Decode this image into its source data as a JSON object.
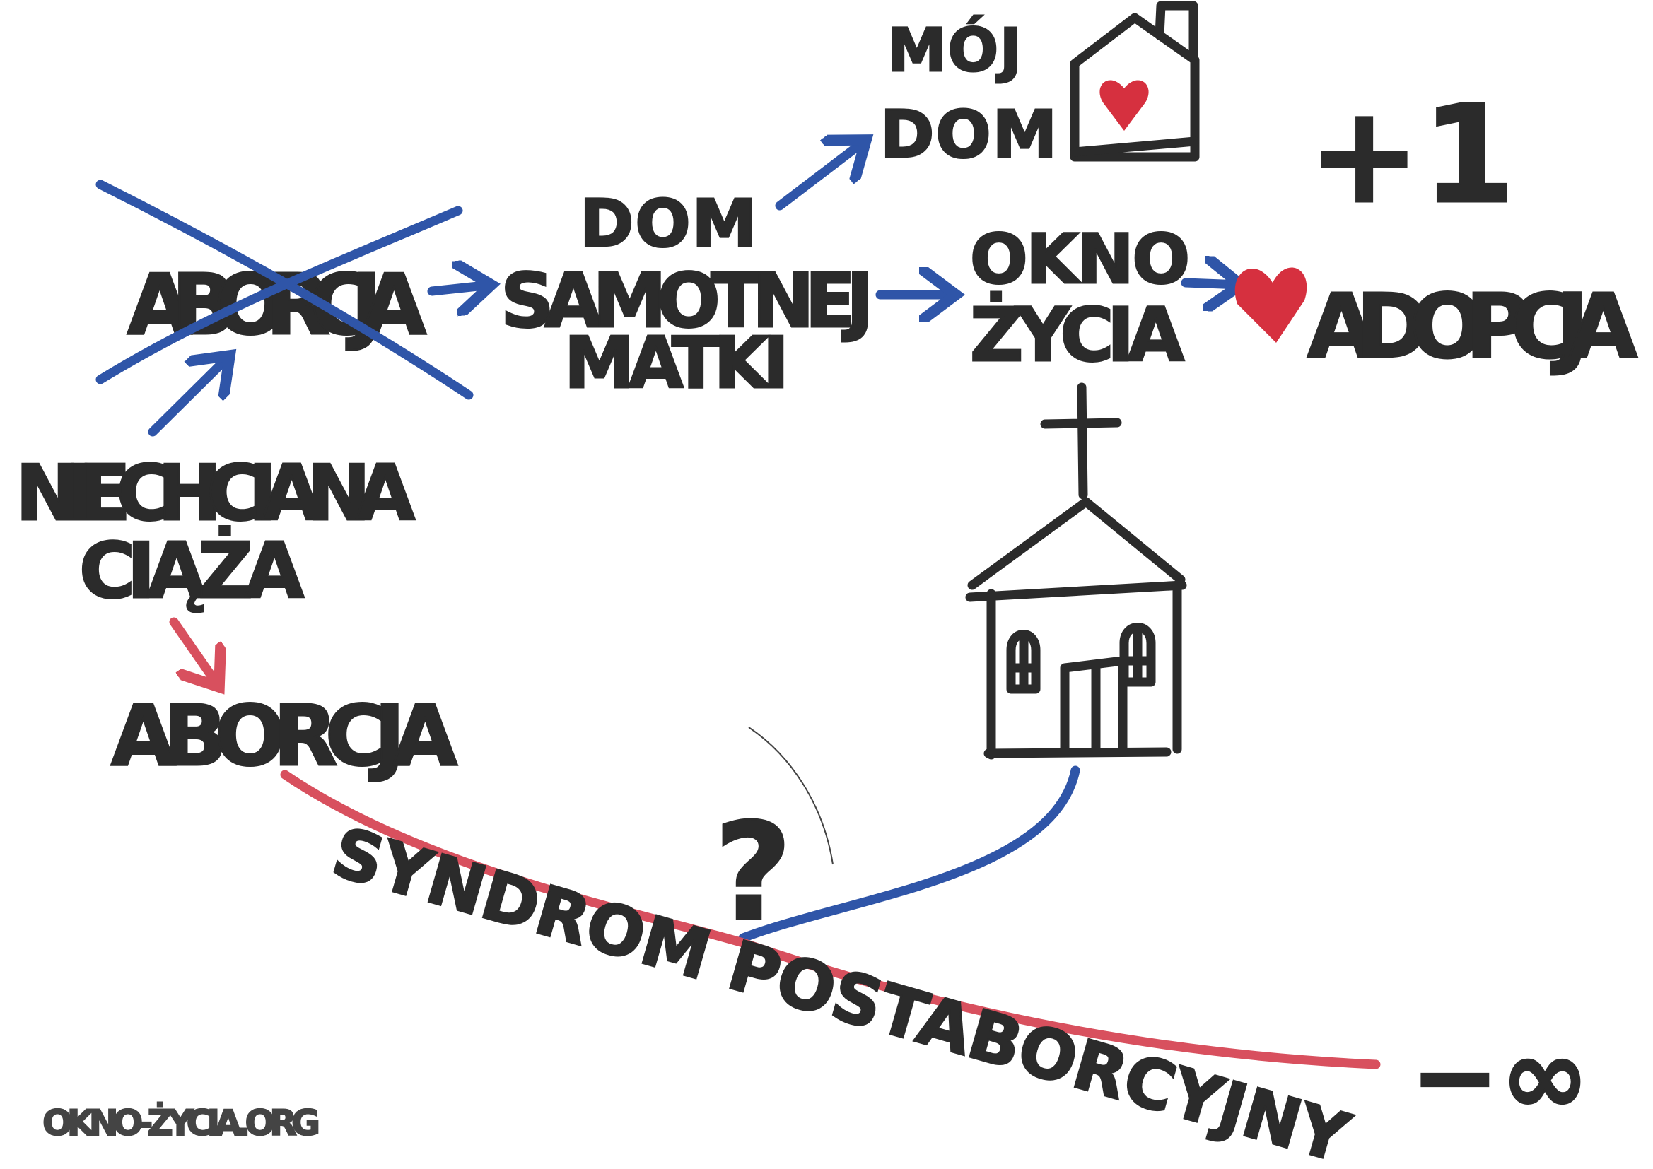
{
  "labels": {
    "moj_dom_line1": "MÓJ",
    "moj_dom_line2": "DOM",
    "plus_one": "+1",
    "aborcja_crossed": "ABORCJA",
    "dom_samotnej_matki_line1": "DOM",
    "dom_samotnej_matki_line2": "SAMOTNEJ",
    "dom_samotnej_matki_line3": "MATKI",
    "okno_zycia_line1": "OKNO",
    "okno_zycia_line2": "ŻYCIA",
    "adopcja": "ADOPCJA",
    "niechciana_ciaza_line1": "NIECHCIANA",
    "niechciana_ciaza_line2": "CIĄŻA",
    "aborcja": "ABORCJA",
    "question": "?",
    "syndrom": "SYNDROM POSTABORCYJNY",
    "minus_infinity": "−∞",
    "website": "OKNO-ŻYCIA.ORG"
  },
  "colors": {
    "ink": "#2b2b2b",
    "blue": "#2f55a8",
    "red": "#d8505e",
    "heart": "#d6303f"
  }
}
